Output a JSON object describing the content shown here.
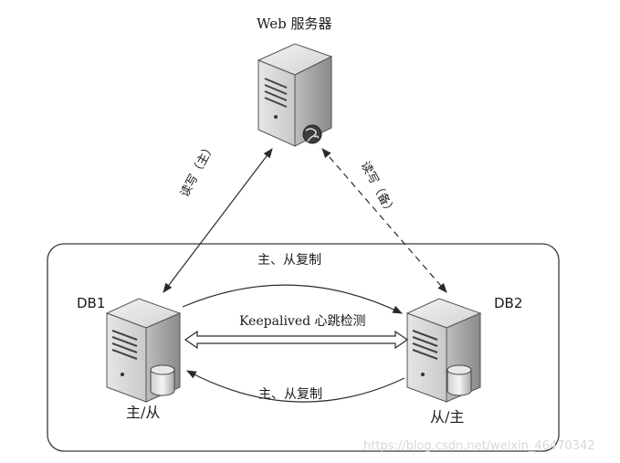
{
  "title": "Web 服务器",
  "nodes": {
    "db1": {
      "name": "DB1",
      "role": "主/从"
    },
    "db2": {
      "name": "DB2",
      "role": "从/主"
    }
  },
  "links": {
    "web_to_db1": "读写（主）",
    "web_to_db2": "读写（备）",
    "replication_top": "主、从复制",
    "replication_bottom": "主、从复制",
    "heartbeat": "Keepalived 心跳检测"
  },
  "watermark": "https://blog.csdn.net/weixin_46470342",
  "icons": {
    "web": "server-icon",
    "globe": "globe-icon",
    "db": "database-server-icon"
  }
}
